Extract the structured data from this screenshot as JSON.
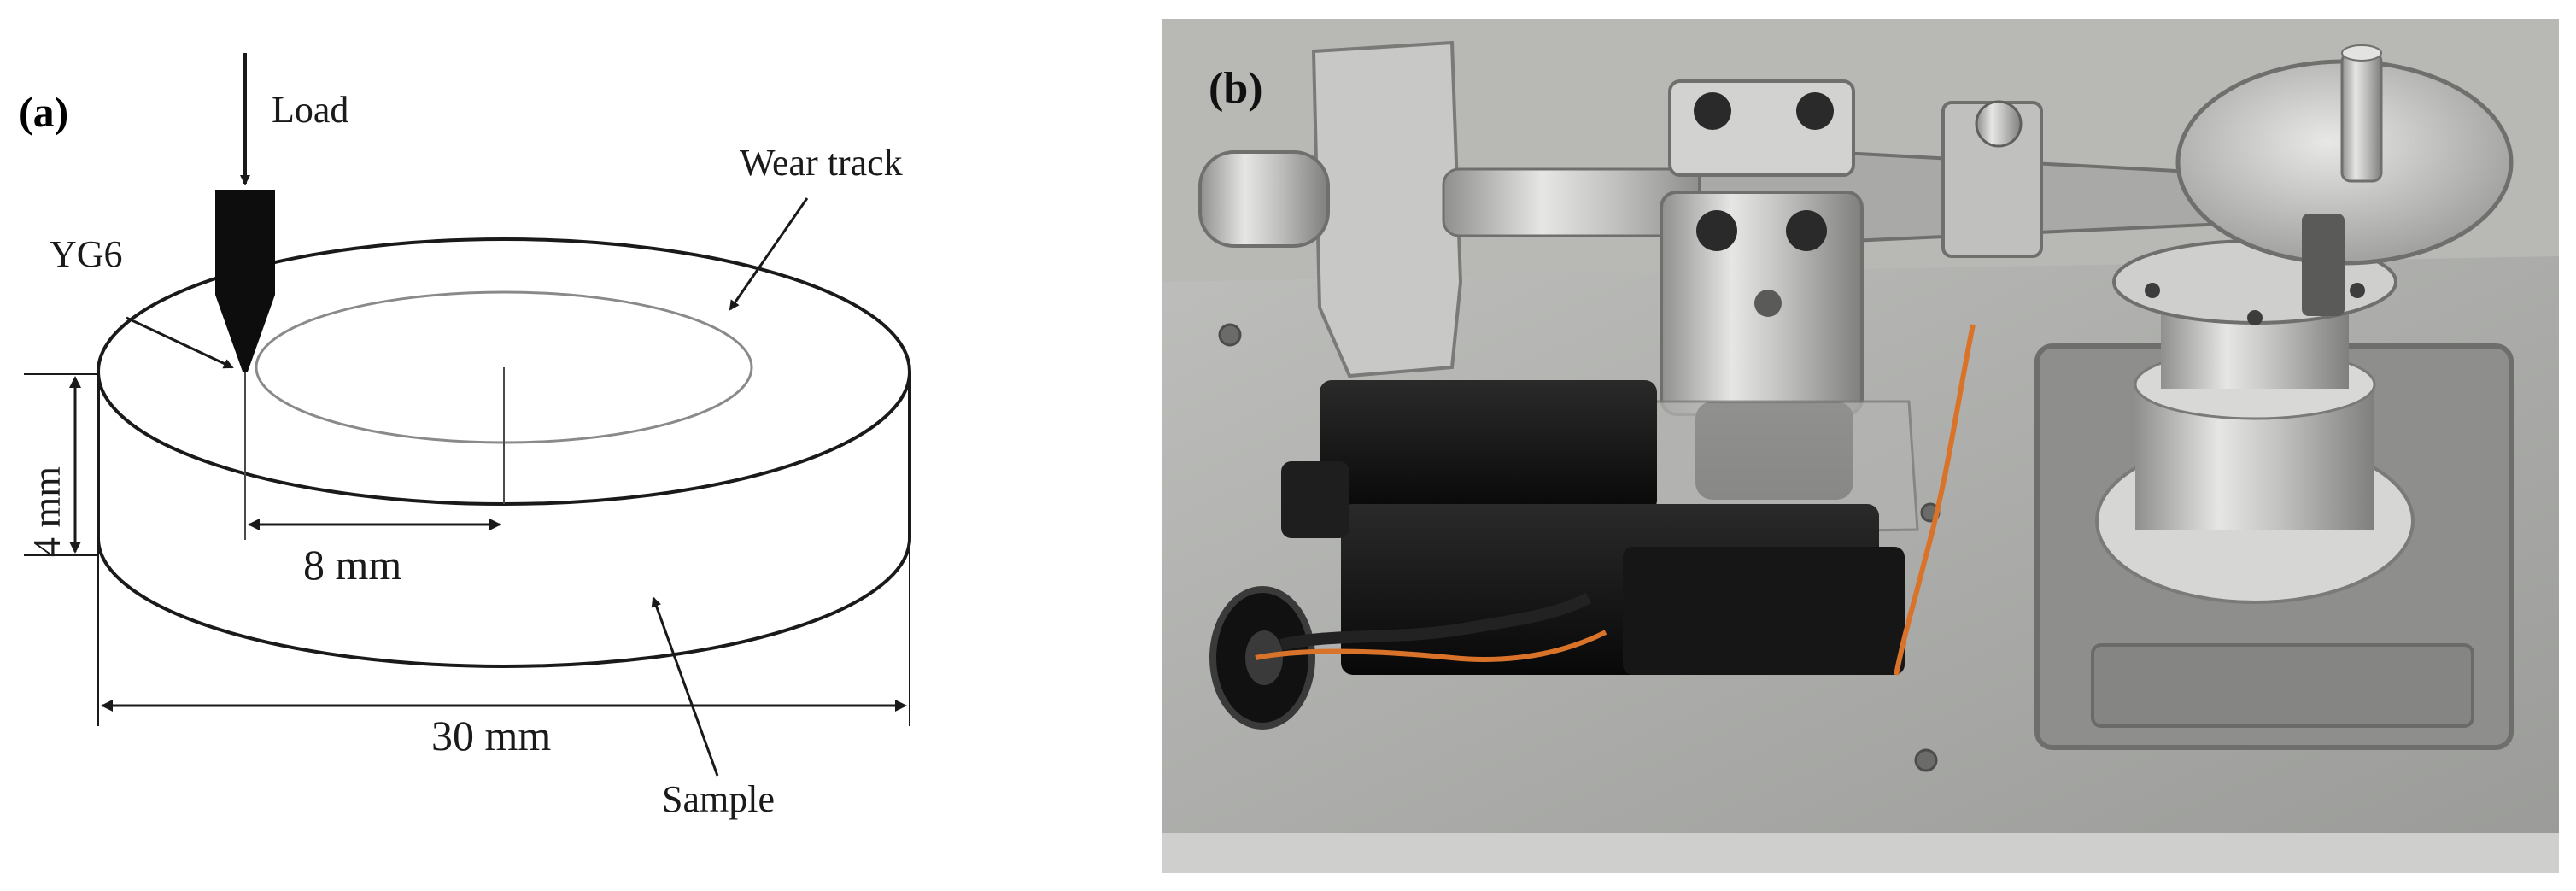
{
  "panel_a": {
    "tag": "(a)",
    "labels": {
      "load": "Load",
      "wear_track": "Wear track",
      "yg6": "YG6",
      "height": "4 mm",
      "radius": "8 mm",
      "diameter": "30 mm",
      "sample": "Sample"
    }
  },
  "panel_b": {
    "tag": "(b)"
  },
  "colors": {
    "line": "#1a1a1a",
    "track": "#8a8a8a",
    "plate": "#a9aaa8",
    "steel": "#c9c9c7",
    "motor": "#141414",
    "wire": "#d9732a"
  }
}
